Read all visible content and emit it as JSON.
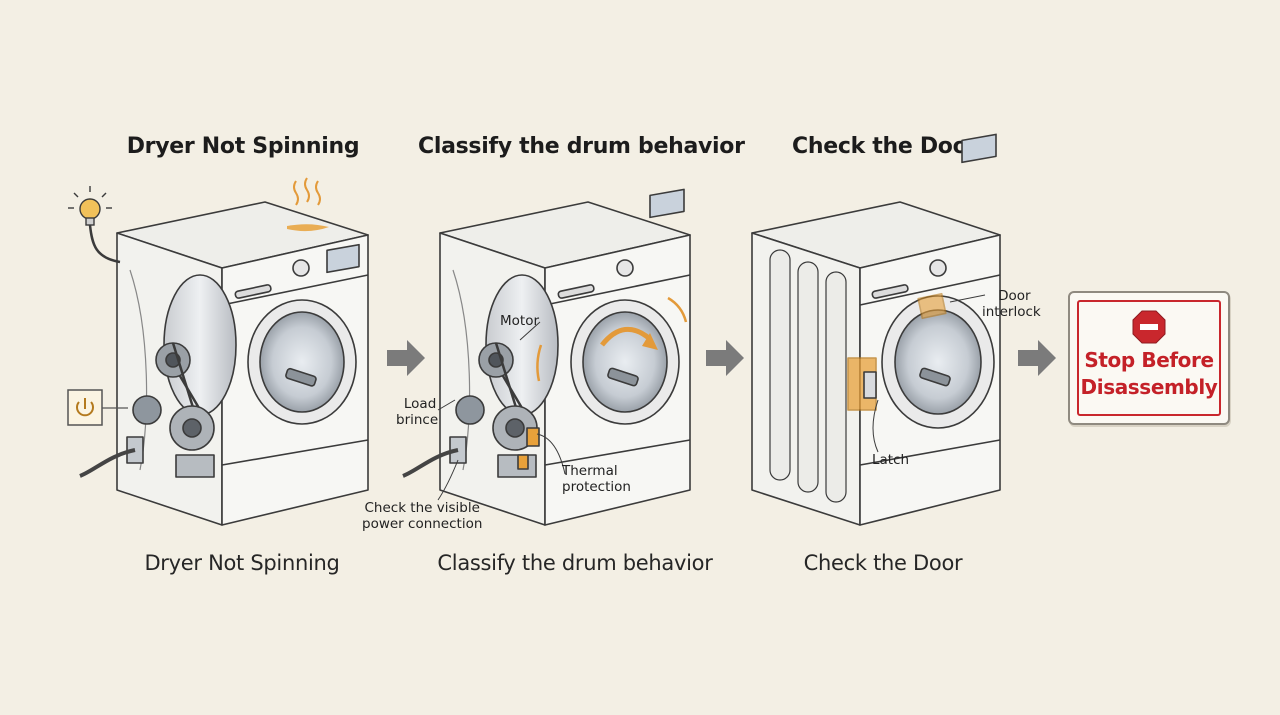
{
  "steps": [
    {
      "title": "Dryer Not Spinning",
      "caption": "Dryer Not Spinning"
    },
    {
      "title": "Classify the drum behavior",
      "caption": "Classify the drum behavior"
    },
    {
      "title": "Check the Door",
      "caption": "Check the Door"
    }
  ],
  "callouts": {
    "motor": "Motor",
    "load_line1": "Load",
    "load_line2": "brince",
    "thermal_line1": "Thermal",
    "thermal_line2": "protection",
    "power_line1": "Check the visible",
    "power_line2": "power connection",
    "door_line1": "Door",
    "door_line2": "interlock",
    "latch": "Latch"
  },
  "stop": {
    "line1": "Stop Before",
    "line2": "Disassembly"
  },
  "colors": {
    "background": "#f3efe4",
    "stop_red": "#c9272d",
    "highlight_orange": "#e8a13a"
  }
}
